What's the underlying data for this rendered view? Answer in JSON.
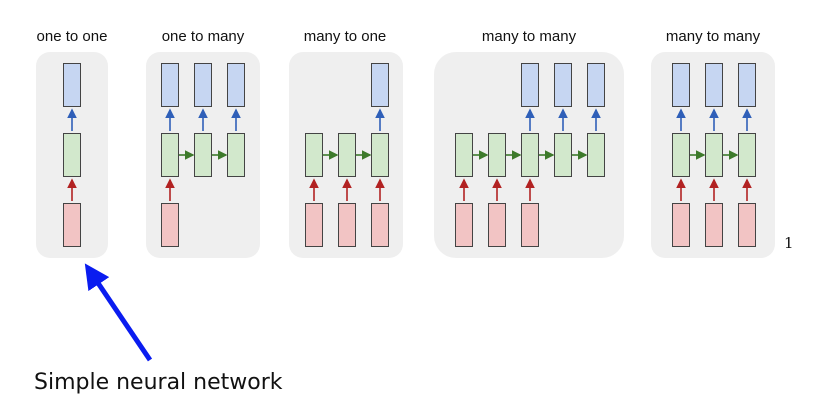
{
  "diagrams": [
    {
      "title": "one to one",
      "inputs": [
        true
      ],
      "outputs": [
        true
      ]
    },
    {
      "title": "one to many",
      "inputs": [
        true,
        false,
        false
      ],
      "outputs": [
        true,
        true,
        true
      ]
    },
    {
      "title": "many to one",
      "inputs": [
        true,
        true,
        true
      ],
      "outputs": [
        false,
        false,
        true
      ]
    },
    {
      "title": "many to many",
      "inputs": [
        true,
        true,
        true,
        false,
        false
      ],
      "outputs": [
        false,
        false,
        true,
        true,
        true
      ]
    },
    {
      "title": "many to many",
      "inputs": [
        true,
        true,
        true
      ],
      "outputs": [
        true,
        true,
        true
      ]
    }
  ],
  "footnote": "1",
  "annotation": {
    "label": "Simple neural network",
    "arrow_color": "#0a1cf0"
  },
  "colors": {
    "output": "#c6d6f2",
    "hidden": "#d2e8cc",
    "input": "#f2c4c4",
    "up_arrow_output": "#2f5fb8",
    "up_arrow_input": "#b22222",
    "recurrent_arrow": "#3d7a2a",
    "panel": "#efefef"
  }
}
